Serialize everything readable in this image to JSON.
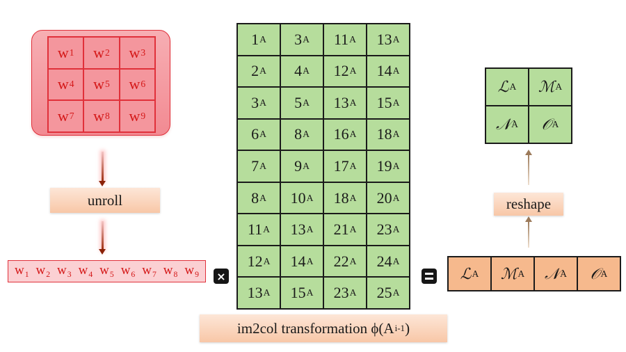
{
  "kernel": {
    "rows": [
      [
        {
          "base": "w",
          "sub": "1"
        },
        {
          "base": "w",
          "sub": "2"
        },
        {
          "base": "w",
          "sub": "3"
        }
      ],
      [
        {
          "base": "w",
          "sub": "4"
        },
        {
          "base": "w",
          "sub": "5"
        },
        {
          "base": "w",
          "sub": "6"
        }
      ],
      [
        {
          "base": "w",
          "sub": "7"
        },
        {
          "base": "w",
          "sub": "8"
        },
        {
          "base": "w",
          "sub": "9"
        }
      ]
    ]
  },
  "unroll_label": "unroll",
  "unrolled_weights": [
    {
      "base": "w",
      "sub": "1"
    },
    {
      "base": "w",
      "sub": "2"
    },
    {
      "base": "w",
      "sub": "3"
    },
    {
      "base": "w",
      "sub": "4"
    },
    {
      "base": "w",
      "sub": "5"
    },
    {
      "base": "w",
      "sub": "6"
    },
    {
      "base": "w",
      "sub": "7"
    },
    {
      "base": "w",
      "sub": "8"
    },
    {
      "base": "w",
      "sub": "9"
    }
  ],
  "operators": {
    "multiply": "×",
    "equals": "="
  },
  "im2col": {
    "rows": [
      [
        {
          "base": "1",
          "sub": "A"
        },
        {
          "base": "3",
          "sub": "A"
        },
        {
          "base": "11",
          "sub": "A"
        },
        {
          "base": "13",
          "sub": "A"
        }
      ],
      [
        {
          "base": "2",
          "sub": "A"
        },
        {
          "base": "4",
          "sub": "A"
        },
        {
          "base": "12",
          "sub": "A"
        },
        {
          "base": "14",
          "sub": "A"
        }
      ],
      [
        {
          "base": "3",
          "sub": "A"
        },
        {
          "base": "5",
          "sub": "A"
        },
        {
          "base": "13",
          "sub": "A"
        },
        {
          "base": "15",
          "sub": "A"
        }
      ],
      [
        {
          "base": "6",
          "sub": "A"
        },
        {
          "base": "8",
          "sub": "A"
        },
        {
          "base": "16",
          "sub": "A"
        },
        {
          "base": "18",
          "sub": "A"
        }
      ],
      [
        {
          "base": "7",
          "sub": "A"
        },
        {
          "base": "9",
          "sub": "A"
        },
        {
          "base": "17",
          "sub": "A"
        },
        {
          "base": "19",
          "sub": "A"
        }
      ],
      [
        {
          "base": "8",
          "sub": "A"
        },
        {
          "base": "10",
          "sub": "A"
        },
        {
          "base": "18",
          "sub": "A"
        },
        {
          "base": "20",
          "sub": "A"
        }
      ],
      [
        {
          "base": "11",
          "sub": "A"
        },
        {
          "base": "13",
          "sub": "A"
        },
        {
          "base": "21",
          "sub": "A"
        },
        {
          "base": "23",
          "sub": "A"
        }
      ],
      [
        {
          "base": "12",
          "sub": "A"
        },
        {
          "base": "14",
          "sub": "A"
        },
        {
          "base": "22",
          "sub": "A"
        },
        {
          "base": "24",
          "sub": "A"
        }
      ],
      [
        {
          "base": "13",
          "sub": "A"
        },
        {
          "base": "15",
          "sub": "A"
        },
        {
          "base": "23",
          "sub": "A"
        },
        {
          "base": "25",
          "sub": "A"
        }
      ]
    ],
    "caption": {
      "prefix": "im2col transformation ϕ(A",
      "sub": "i-1",
      "suffix": ")"
    }
  },
  "output_row": [
    {
      "base": "ℒ",
      "sub": "A"
    },
    {
      "base": "ℳ",
      "sub": "A"
    },
    {
      "base": "𝒩",
      "sub": "A"
    },
    {
      "base": "𝒪",
      "sub": "A"
    }
  ],
  "reshape_label": "reshape",
  "output_grid": {
    "rows": [
      [
        {
          "base": "ℒ",
          "sub": "A"
        },
        {
          "base": "ℳ",
          "sub": "A"
        }
      ],
      [
        {
          "base": "𝒩",
          "sub": "A"
        },
        {
          "base": "𝒪",
          "sub": "A"
        }
      ]
    ]
  },
  "colors": {
    "kernel_fill": "#f4969d",
    "kernel_border": "#e0303a",
    "weight_text": "#d41818",
    "matrix_fill": "#b6dd9c",
    "output_row_fill": "#f6b98d",
    "label_fill": "#f8c7a7"
  },
  "icons": {
    "down_arrow": "arrow-down-icon",
    "up_arrow": "arrow-up-icon"
  }
}
